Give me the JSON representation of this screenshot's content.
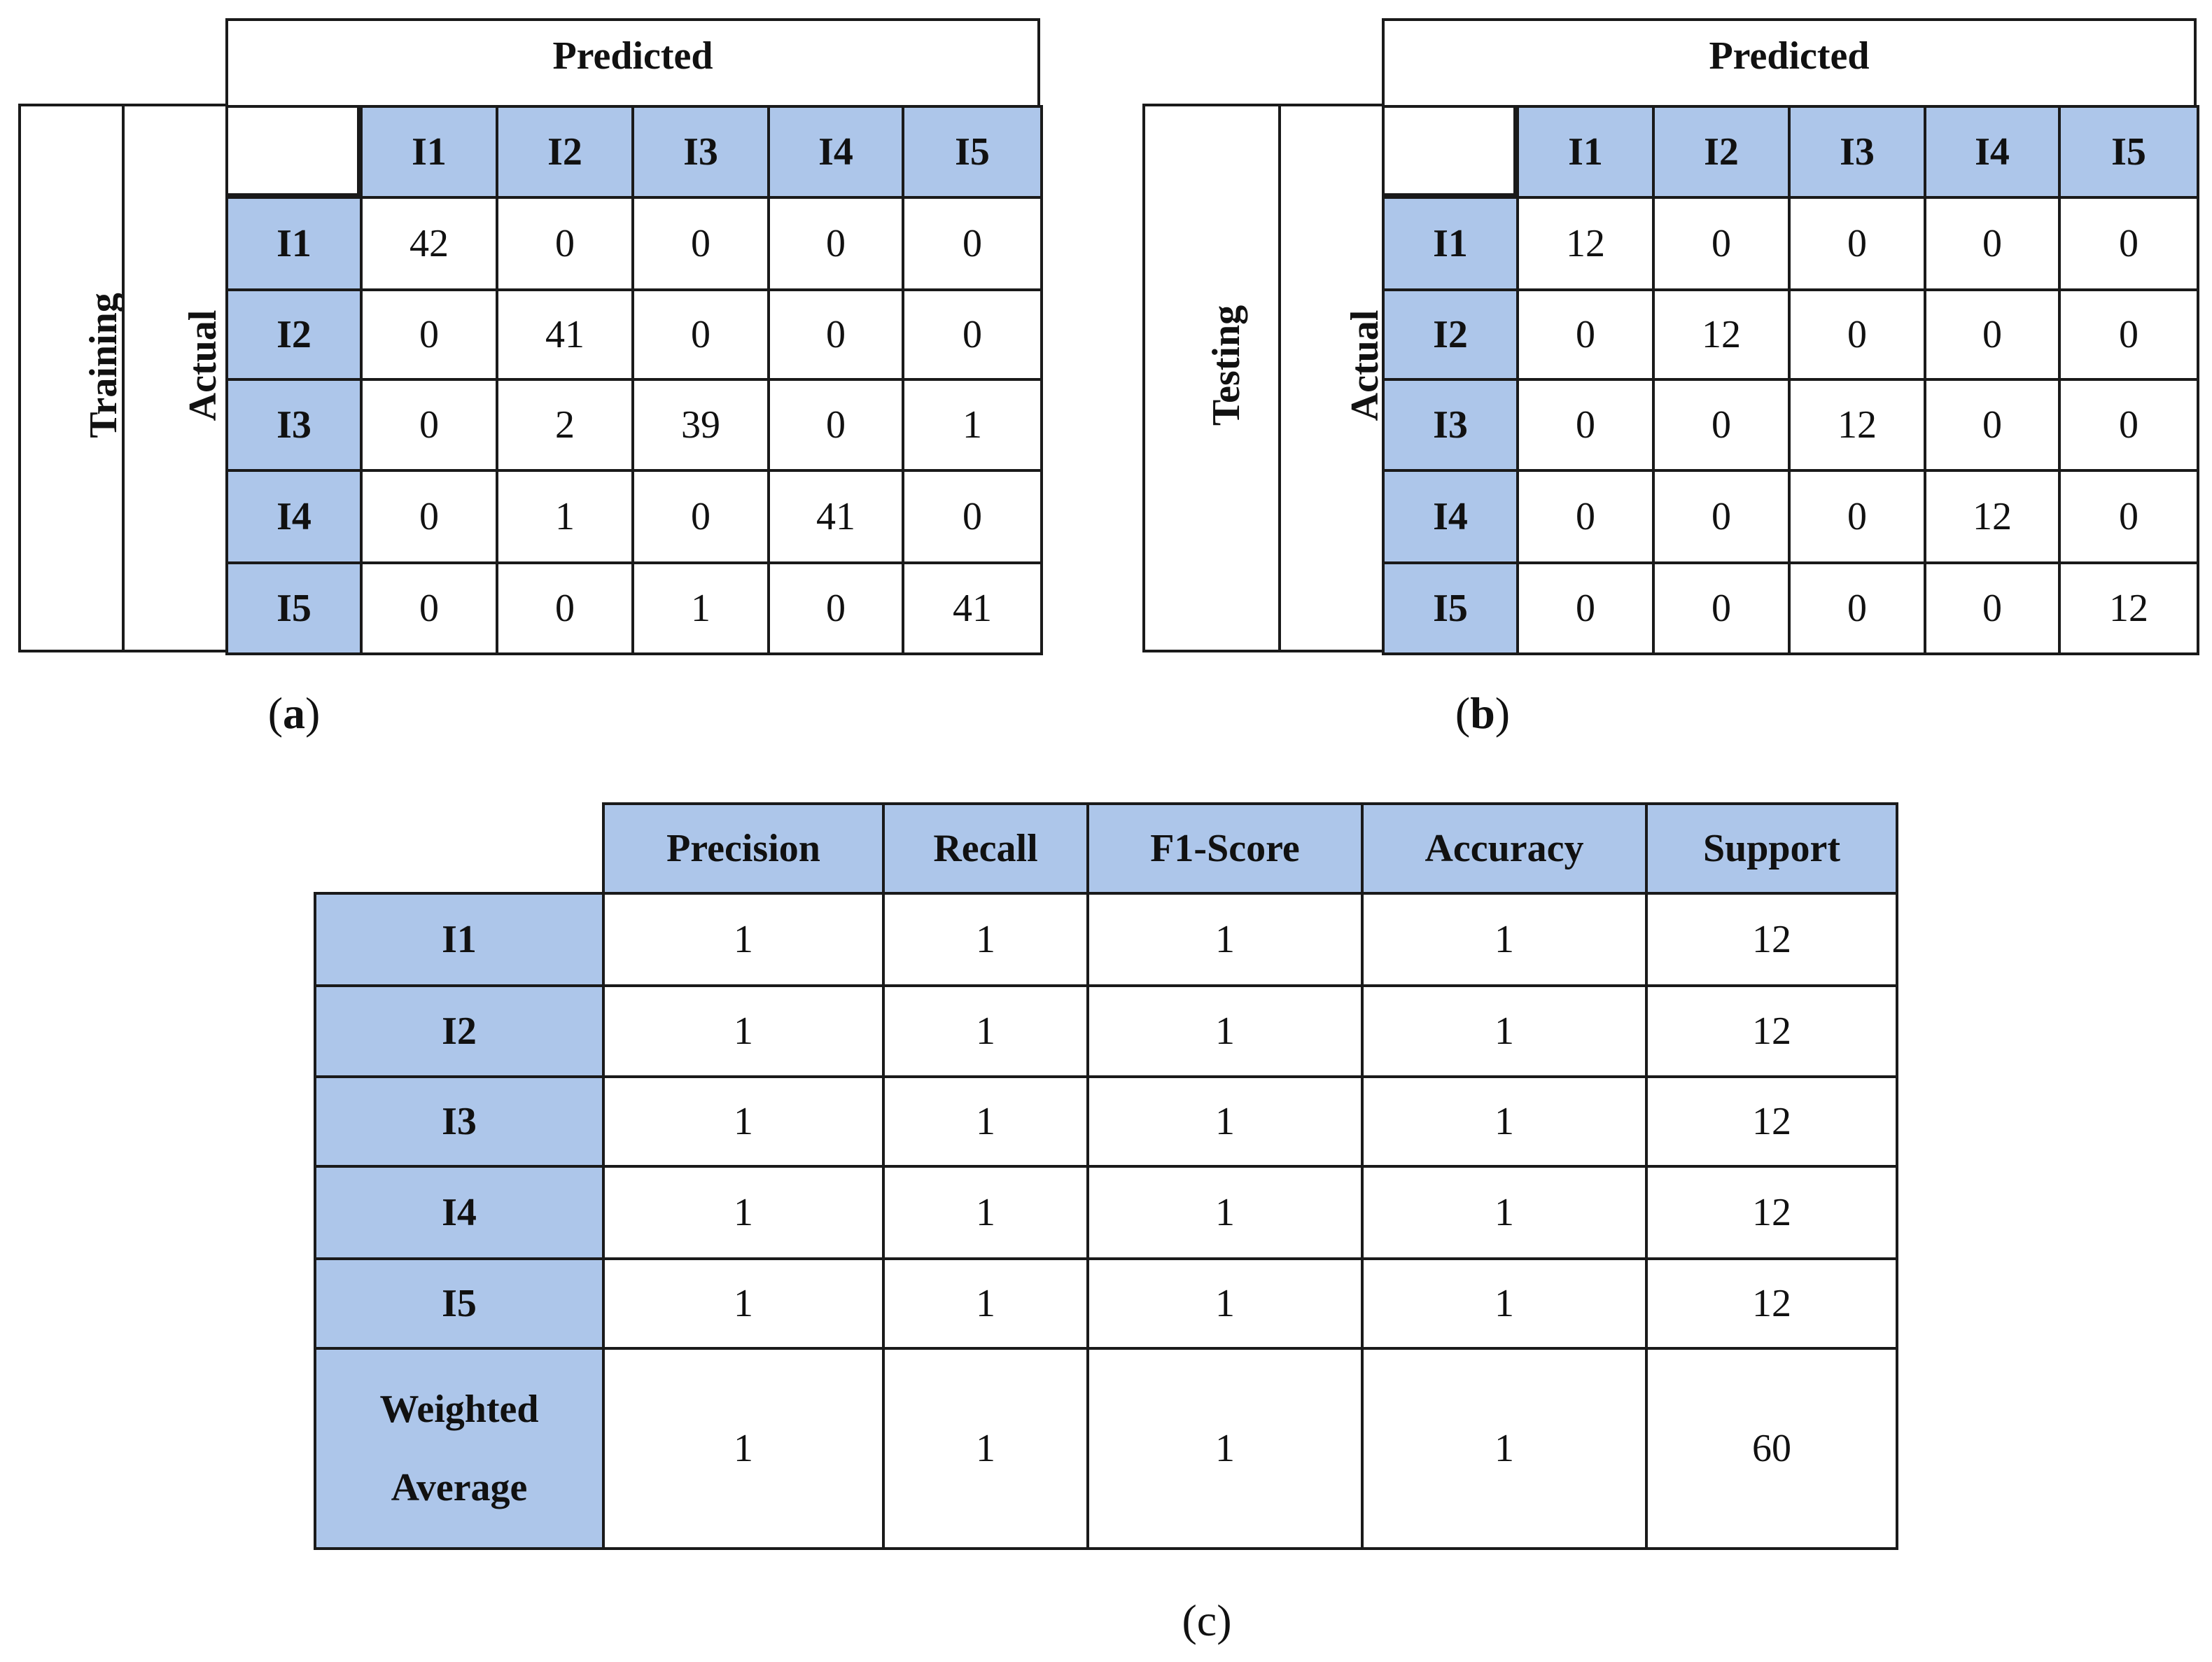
{
  "panel_a": {
    "split_label": "Training",
    "actual_label": "Actual",
    "predicted_label": "Predicted",
    "classes": [
      "I1",
      "I2",
      "I3",
      "I4",
      "I5"
    ],
    "matrix": [
      [
        "42",
        "0",
        "0",
        "0",
        "0"
      ],
      [
        "0",
        "41",
        "0",
        "0",
        "0"
      ],
      [
        "0",
        "2",
        "39",
        "0",
        "1"
      ],
      [
        "0",
        "1",
        "0",
        "41",
        "0"
      ],
      [
        "0",
        "0",
        "1",
        "0",
        "41"
      ]
    ],
    "caption_open": "(",
    "caption_letter": "a",
    "caption_close": ")"
  },
  "panel_b": {
    "split_label": "Testing",
    "actual_label": "Actual",
    "predicted_label": "Predicted",
    "classes": [
      "I1",
      "I2",
      "I3",
      "I4",
      "I5"
    ],
    "matrix": [
      [
        "12",
        "0",
        "0",
        "0",
        "0"
      ],
      [
        "0",
        "12",
        "0",
        "0",
        "0"
      ],
      [
        "0",
        "0",
        "12",
        "0",
        "0"
      ],
      [
        "0",
        "0",
        "0",
        "12",
        "0"
      ],
      [
        "0",
        "0",
        "0",
        "0",
        "12"
      ]
    ],
    "caption_open": "(",
    "caption_letter": "b",
    "caption_close": ")"
  },
  "panel_c": {
    "columns": [
      "Precision",
      "Recall",
      "F1-Score",
      "Accuracy",
      "Support"
    ],
    "rows": [
      {
        "label": "I1",
        "values": [
          "1",
          "1",
          "1",
          "1",
          "12"
        ]
      },
      {
        "label": "I2",
        "values": [
          "1",
          "1",
          "1",
          "1",
          "12"
        ]
      },
      {
        "label": "I3",
        "values": [
          "1",
          "1",
          "1",
          "1",
          "12"
        ]
      },
      {
        "label": "I4",
        "values": [
          "1",
          "1",
          "1",
          "1",
          "12"
        ]
      },
      {
        "label": "I5",
        "values": [
          "1",
          "1",
          "1",
          "1",
          "12"
        ]
      }
    ],
    "average_row": {
      "label_line1": "Weighted",
      "label_line2": "Average",
      "values": [
        "1",
        "1",
        "1",
        "1",
        "60"
      ]
    },
    "caption": "(c)"
  },
  "colors": {
    "header_fill": "#adc6ea",
    "border": "#1a1a1a"
  }
}
